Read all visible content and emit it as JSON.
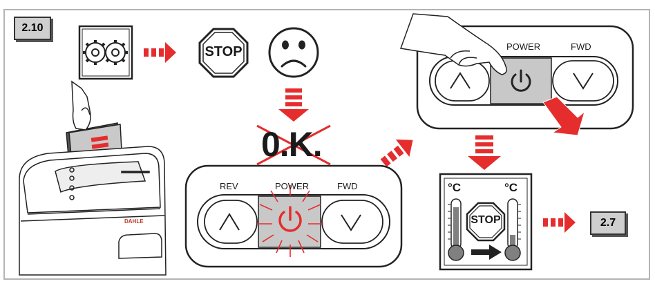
{
  "step_tag": "2.10",
  "goto_tag": "2.7",
  "ok_text": "0.K.",
  "stop_text": "STOP",
  "brand_text": "DAHLE",
  "panel_main": {
    "rev": "REV",
    "power": "POWER",
    "fwd": "FWD"
  },
  "panel_small": {
    "power": "POWER",
    "fwd": "FWD"
  },
  "temp_unit": "°C",
  "colors": {
    "accent_red": "#e52d2d",
    "panel_gray": "#c8c8c8",
    "frame_gray": "#b4b4b4"
  },
  "icons": [
    "gears-icon",
    "stop-sign-icon",
    "sad-face-icon",
    "power-icon",
    "thermometer-icon",
    "hand-icon",
    "paper-stack-icon",
    "shredder-icon"
  ]
}
